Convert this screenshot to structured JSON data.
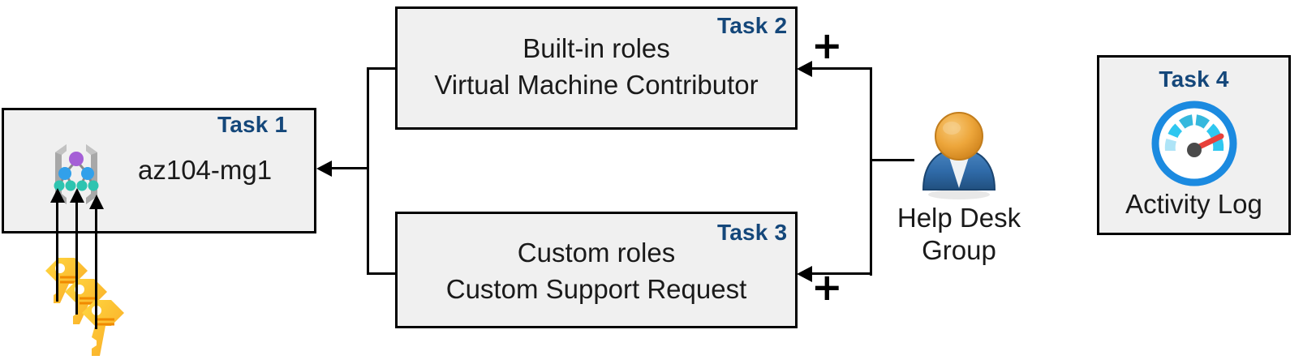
{
  "diagram": {
    "title": "Azure RBAC task diagram",
    "background_color": "#ffffff",
    "box_fill": "#f0f0f0",
    "box_border": "#000000",
    "task_label_color": "#14477a"
  },
  "tasks": [
    {
      "id": "task1",
      "label": "Task 1",
      "text": "az104-mg1",
      "icon": "management-group-icon"
    },
    {
      "id": "task2",
      "label": "Task 2",
      "line1": "Built-in roles",
      "line2": "Virtual Machine Contributor"
    },
    {
      "id": "task3",
      "label": "Task 3",
      "line1": "Custom roles",
      "line2": "Custom Support Request"
    },
    {
      "id": "task4",
      "label": "Task 4",
      "text": "Activity Log",
      "icon": "activity-log-gauge-icon"
    }
  ],
  "actor": {
    "icon": "user-group-icon",
    "line1": "Help Desk",
    "line2": "Group"
  },
  "keys": {
    "icon": "keys-icon",
    "count": 3,
    "color": "#ffc40a"
  },
  "operators": {
    "plus_top": "+",
    "plus_bottom": "+"
  },
  "icon_colors": {
    "mg_bracket": "#a0a0a0",
    "mg_root_node": "#a55fd6",
    "mg_mid_node": "#32a0ea",
    "mg_leaf_node": "#2ec4b0",
    "gauge_ring": "#1b8ae0",
    "gauge_needle": "#e8403a",
    "person_head": "#e89b2a",
    "person_body": "#2f6aa8"
  }
}
